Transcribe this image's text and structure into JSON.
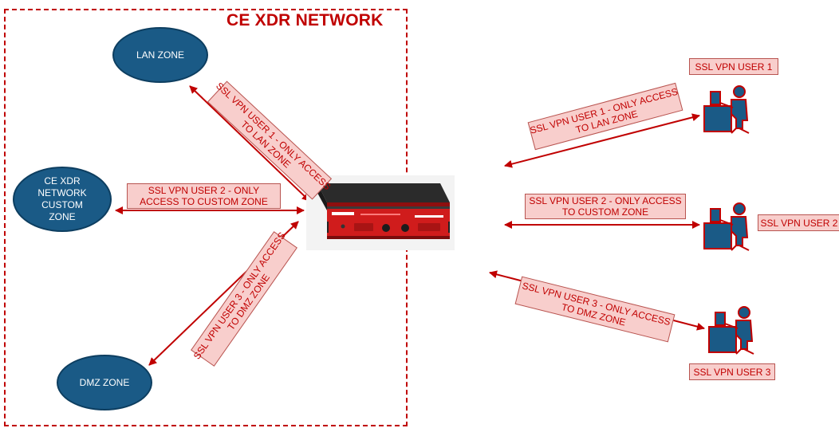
{
  "network": {
    "title": "CE XDR NETWORK"
  },
  "zones": {
    "lan": {
      "line1": "LAN ZONE"
    },
    "custom": {
      "line1": "CE XDR",
      "line2": "NETWORK",
      "line3": "CUSTOM",
      "line4": "ZONE"
    },
    "dmz": {
      "line1": "DMZ ZONE"
    }
  },
  "links": {
    "inner1": {
      "line1": "SSL VPN USER 1 - ONLY ACCESS",
      "line2": "TO LAN ZONE"
    },
    "inner2": {
      "line1": "SSL VPN USER 2 -  ONLY",
      "line2": "ACCESS TO CUSTOM ZONE"
    },
    "inner3": {
      "line1": "SSL VPN USER 3 - ONLY ACCESS",
      "line2": "TO DMZ ZONE"
    },
    "outer1": {
      "line1": "SSL VPN USER 1 - ONLY ACCESS",
      "line2": "TO LAN ZONE"
    },
    "outer2": {
      "line1": "SSL VPN USER 2 -  ONLY ACCESS",
      "line2": "TO CUSTOM ZONE"
    },
    "outer3": {
      "line1": "SSL VPN USER 3 -  ONLY ACCESS",
      "line2": "TO DMZ ZONE"
    }
  },
  "users": {
    "u1": {
      "name": "SSL VPN USER 1"
    },
    "u2": {
      "name": "SSL VPN USER 2"
    },
    "u3": {
      "name": "SSL VPN USER 3"
    }
  },
  "colors": {
    "accent": "#c00000",
    "zone_fill": "#1a5a86",
    "label_fill": "#f8cecc",
    "user_fill": "#1a5a86"
  },
  "icons": {
    "device": "firewall-appliance-icon",
    "user": "user-at-desk-icon"
  }
}
